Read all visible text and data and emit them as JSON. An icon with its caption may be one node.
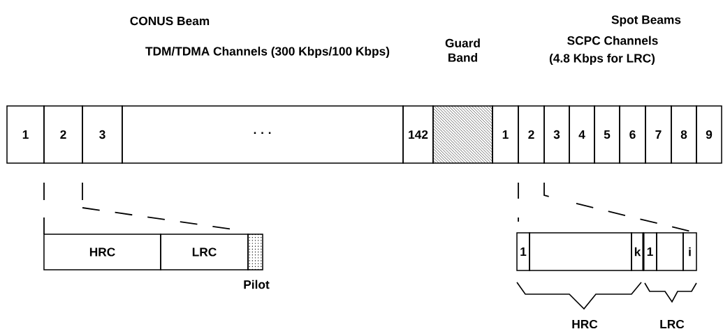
{
  "diagram": {
    "nodes": [
      {
        "text": [
          "1"
        ]
      },
      {
        "text": [
          "2"
        ]
      },
      {
        "text": [
          "3"
        ]
      },
      {
        "text": [
          "· · ·"
        ]
      },
      {
        "text": [
          "142"
        ]
      },
      {
        "text": [
          "Guard Band"
        ]
      },
      {
        "text": [
          "1"
        ]
      },
      {
        "text": [
          "2"
        ]
      },
      {
        "text": [
          "3"
        ]
      },
      {
        "text": [
          "4"
        ]
      },
      {
        "text": [
          "5"
        ]
      },
      {
        "text": [
          "6"
        ]
      },
      {
        "text": [
          "7"
        ]
      },
      {
        "text": [
          "8"
        ]
      },
      {
        "text": [
          "9"
        ]
      },
      {
        "text": [
          "HRC"
        ]
      },
      {
        "text": [
          "LRC"
        ]
      },
      {
        "text": [
          "Pilot"
        ]
      },
      {
        "text": [
          "1"
        ]
      },
      {
        "text": [],
        "shape": "box"
      },
      {
        "text": [
          "k"
        ]
      },
      {
        "text": [
          "1"
        ]
      },
      {
        "text": [],
        "shape": "box"
      },
      {
        "text": [
          "i"
        ]
      }
    ],
    "labels": [
      "CONUS Beam",
      "Spot Beams",
      "TDM/TDMA Channels (300 Kbps/100 Kbps)",
      "SCPC Channels",
      "(4.8 Kbps for LRC)",
      "HRC",
      "LRC"
    ]
  }
}
